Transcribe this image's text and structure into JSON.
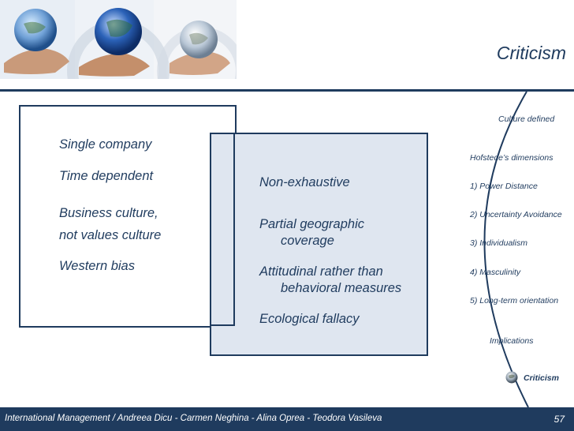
{
  "slide": {
    "title": "Criticism",
    "page_number": "57",
    "footer": "International Management / Andreea Dicu  - Carmen Neghina - Alina Oprea - Teodora Vasileva"
  },
  "left_box": {
    "items": [
      "Single company",
      "Time dependent",
      "Business culture,",
      "not values culture",
      "Western bias"
    ]
  },
  "right_box": {
    "items": [
      "Non-exhaustive",
      "Partial geographic",
      "coverage",
      "Attitudinal rather than",
      "behavioral measures",
      "Ecological fallacy"
    ]
  },
  "nav": {
    "items": [
      "Culture defined",
      "Hofstede’s  dimensions",
      "1) Power Distance",
      "2) Uncertainty Avoidance",
      "3) Individualism",
      "4) Masculinity",
      "5) Long-term orientation",
      "Implications",
      "Criticism"
    ]
  },
  "colors": {
    "primary": "#1f3b5e",
    "box_fill": "#dfe6f0"
  },
  "header_image": "hands-holding-globes-image"
}
